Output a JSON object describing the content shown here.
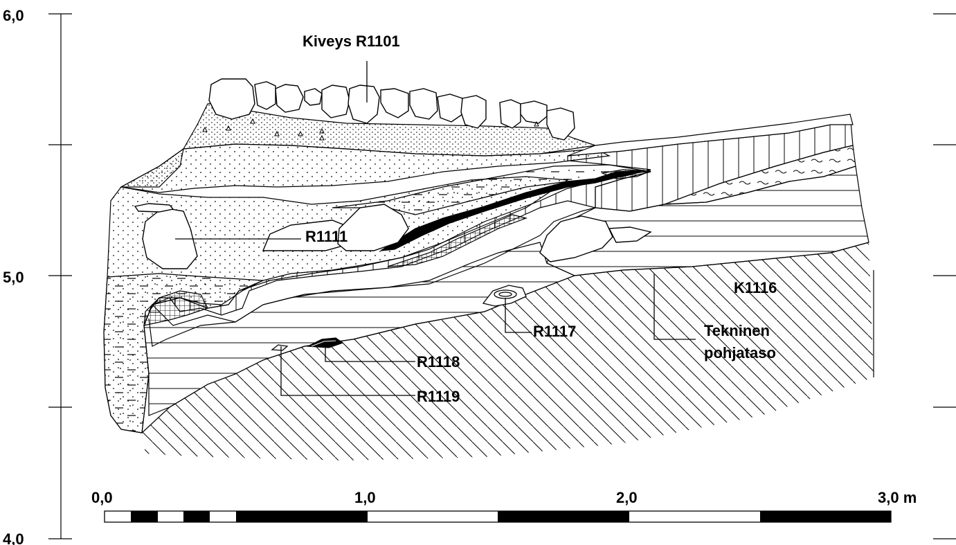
{
  "elevation_axis": {
    "ticks": [
      "6,0",
      "5,0",
      "4,0"
    ]
  },
  "scale_bar": {
    "labels": [
      "0,0",
      "1,0",
      "2,0",
      "3,0 m"
    ]
  },
  "labels": {
    "kiveys": "Kiveys R1101",
    "r1111": "R1111",
    "k1116": "K1116",
    "r1117": "R1117",
    "r1118": "R1118",
    "r1119": "R1119",
    "tekninen_1": "Tekninen",
    "tekninen_2": "pohjataso"
  }
}
